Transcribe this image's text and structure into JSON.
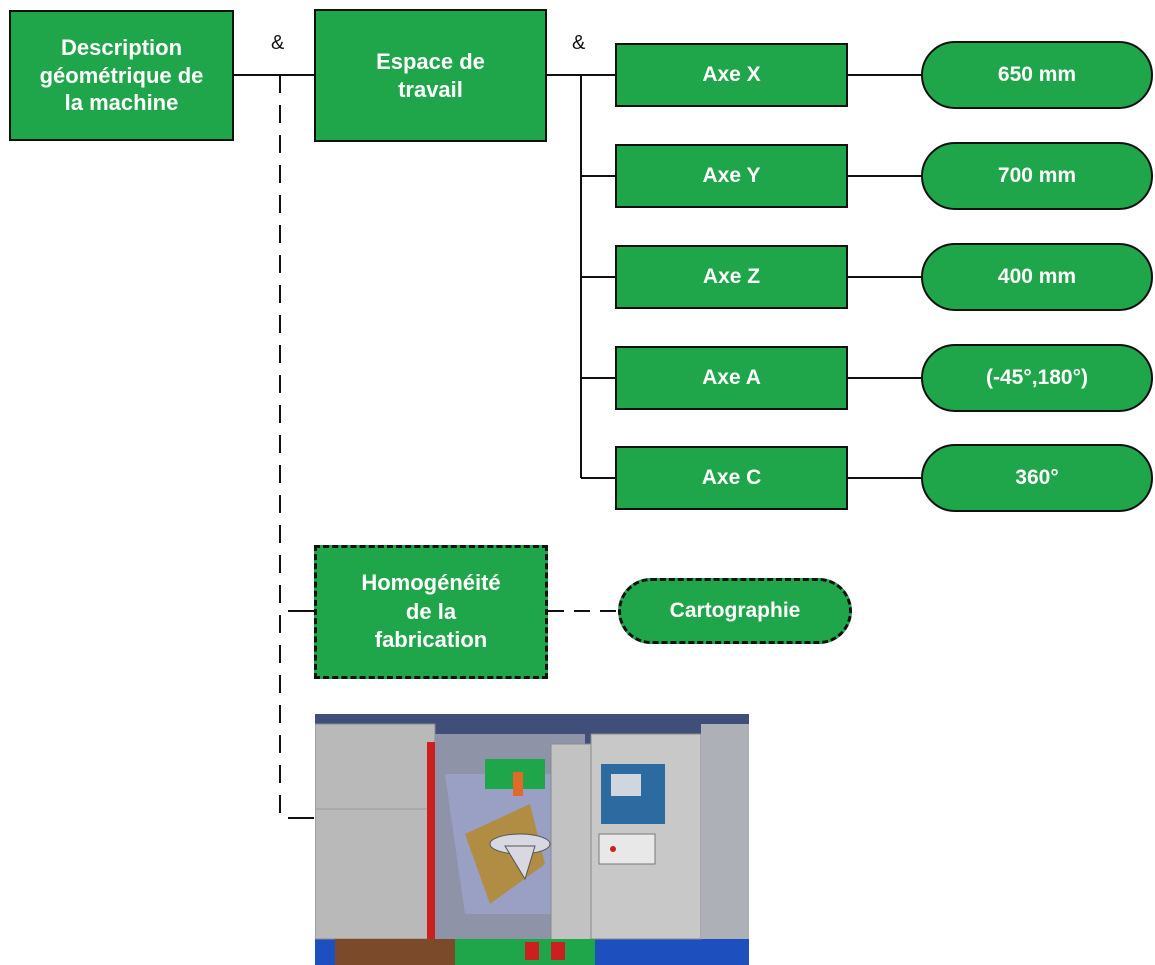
{
  "root": {
    "label": "Description\ngéométrique de\nla machine"
  },
  "workspace": {
    "label": "Espace de\ntravail"
  },
  "operators": {
    "and_1": "&",
    "and_2": "&"
  },
  "axes": [
    {
      "label": "Axe X",
      "value": "650 mm"
    },
    {
      "label": "Axe Y",
      "value": "700 mm"
    },
    {
      "label": "Axe Z",
      "value": "400 mm"
    },
    {
      "label": "Axe A",
      "value": "(-45°,180°)"
    },
    {
      "label": "Axe C",
      "value": "360°"
    }
  ],
  "homogeneity": {
    "label": "Homogénéité\nde la\nfabrication",
    "value": "Cartographie"
  },
  "image": {
    "subject": "cnc-machine-3d-model"
  },
  "colors": {
    "node_fill": "#1fa64a",
    "stroke": "#111111",
    "text": "#ffffff"
  }
}
